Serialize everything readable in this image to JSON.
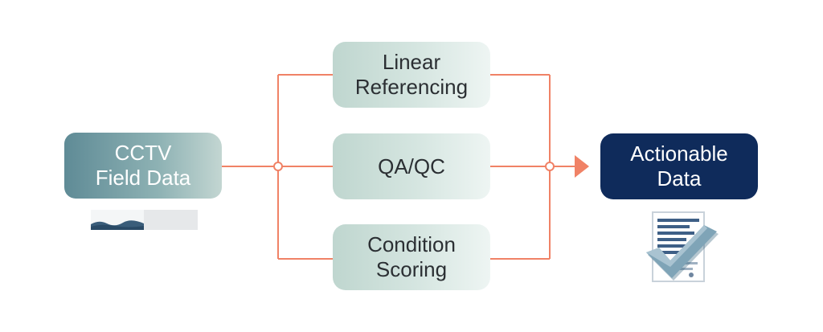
{
  "diagram": {
    "source": {
      "line1": "CCTV",
      "line2": "Field Data"
    },
    "processes": [
      {
        "line1": "Linear",
        "line2": "Referencing"
      },
      {
        "line1": "QA/QC",
        "line2": ""
      },
      {
        "line1": "Condition",
        "line2": "Scoring"
      }
    ],
    "output": {
      "line1": "Actionable",
      "line2": "Data"
    }
  },
  "colors": {
    "connector": "#f08266",
    "output_box": "#0f2b5b",
    "process_box": "#d6e6e1",
    "source_box": "#7aa2aa"
  },
  "icons": {
    "source": "pipe-footage-thumbnail",
    "output": "document-checkmark-icon"
  }
}
